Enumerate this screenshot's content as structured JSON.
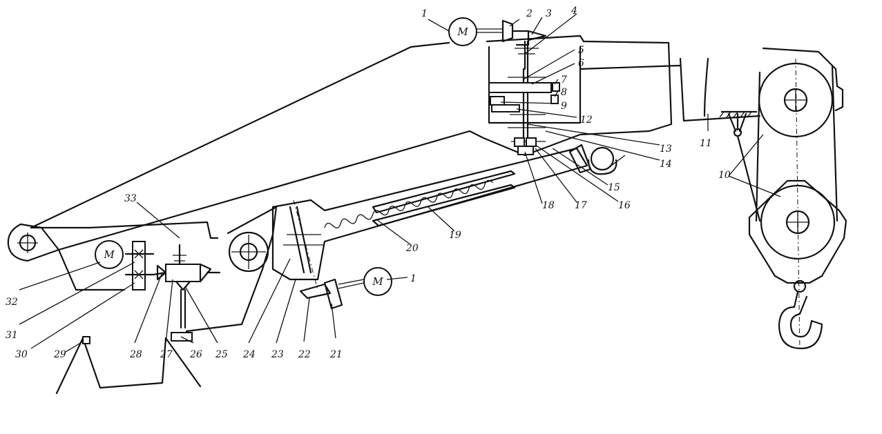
{
  "motor_symbol": "M",
  "labels": [
    "1",
    "2",
    "3",
    "4",
    "5",
    "6",
    "7",
    "8",
    "9",
    "10",
    "11",
    "12",
    "13",
    "14",
    "15",
    "16",
    "17",
    "18",
    "19",
    "20",
    "21",
    "22",
    "23",
    "24",
    "25",
    "26",
    "27",
    "28",
    "29",
    "30",
    "31",
    "32",
    "33",
    "1"
  ]
}
